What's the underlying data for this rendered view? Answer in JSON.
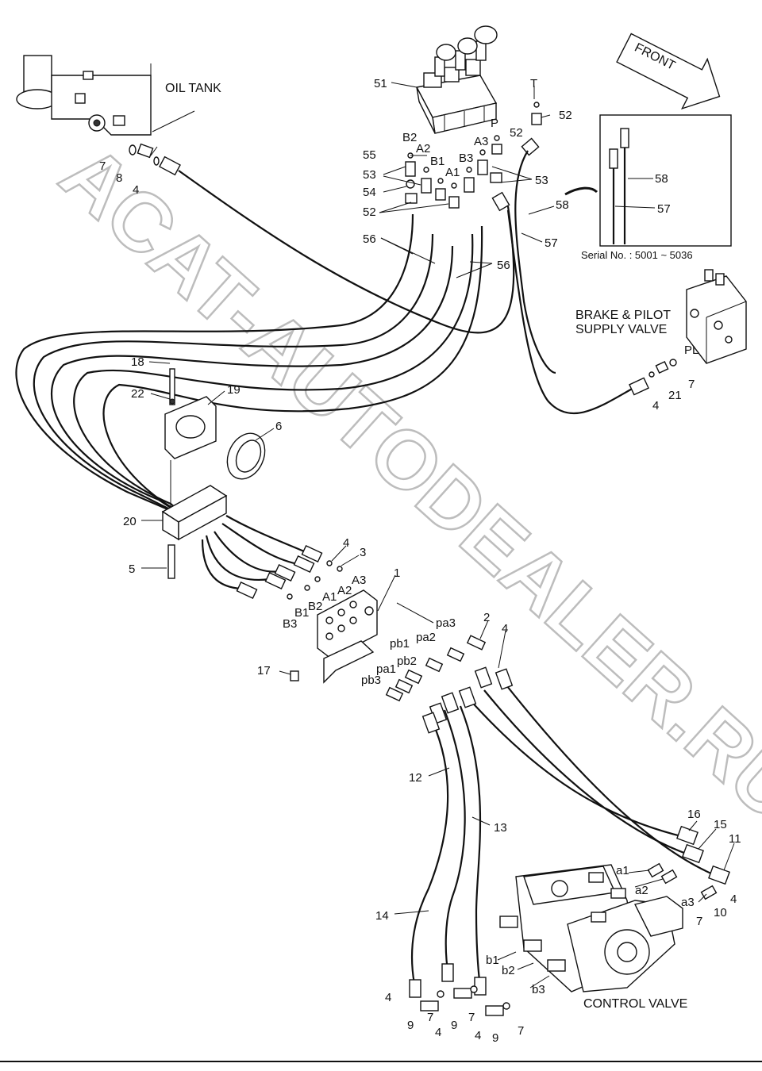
{
  "labels": {
    "oil_tank": "OIL TANK",
    "front": "FRONT",
    "brake_pilot_line1": "BRAKE & PILOT",
    "brake_pilot_line2": "SUPPLY VALVE",
    "pl": "PL",
    "serial": "Serial No. : 5001 ~ 5036",
    "control_valve": "CONTROL VALVE",
    "watermark": "ACAT-AUTODEALER.RU"
  },
  "callouts": {
    "p1": "1",
    "p2": "2",
    "p3": "3",
    "p4": "4",
    "p5": "5",
    "p6": "6",
    "p7": "7",
    "p8": "8",
    "p9": "9",
    "p10": "10",
    "p11": "11",
    "p12": "12",
    "p13": "13",
    "p14": "14",
    "p15": "15",
    "p16": "16",
    "p17": "17",
    "p18": "18",
    "p19": "19",
    "p20": "20",
    "p21": "21",
    "p22": "22",
    "p51": "51",
    "p52": "52",
    "p53": "53",
    "p54": "54",
    "p55": "55",
    "p56": "56",
    "p57": "57",
    "p58": "58"
  },
  "ports": {
    "T": "T",
    "P": "P",
    "A1": "A1",
    "A2": "A2",
    "A3": "A3",
    "B1": "B1",
    "B2": "B2",
    "B3": "B3",
    "pa1": "pa1",
    "pa2": "pa2",
    "pa3": "pa3",
    "pb1": "pb1",
    "pb2": "pb2",
    "pb3": "pb3",
    "a1": "a1",
    "a2": "a2",
    "a3": "a3",
    "b1": "b1",
    "b2": "b2",
    "b3": "b3"
  }
}
